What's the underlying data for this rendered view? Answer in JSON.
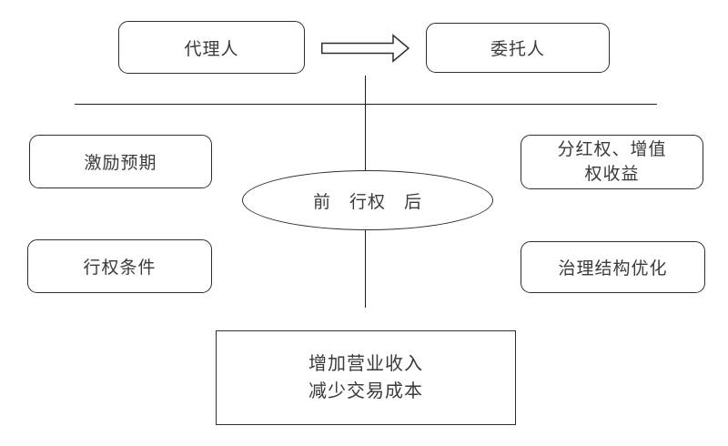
{
  "diagram": {
    "nodes": {
      "agent": {
        "label": "代理人"
      },
      "principal": {
        "label": "委托人"
      },
      "incentive": {
        "label": "激励预期"
      },
      "dividend": {
        "line1": "分红权、增值",
        "line2": "权收益"
      },
      "exercise_conditions": {
        "label": "行权条件"
      },
      "governance": {
        "label": "治理结构优化"
      },
      "exercise_ellipse": {
        "label": "前　行权　后"
      },
      "outcome": {
        "line1": "增加营业收入",
        "line2": "减少交易成本"
      }
    },
    "icons": {
      "arrow": "right-block-arrow"
    },
    "colors": {
      "stroke": "#2e2e2e",
      "line": "#1c1c1c",
      "text": "#3a3a3a",
      "background": "#ffffff"
    }
  }
}
